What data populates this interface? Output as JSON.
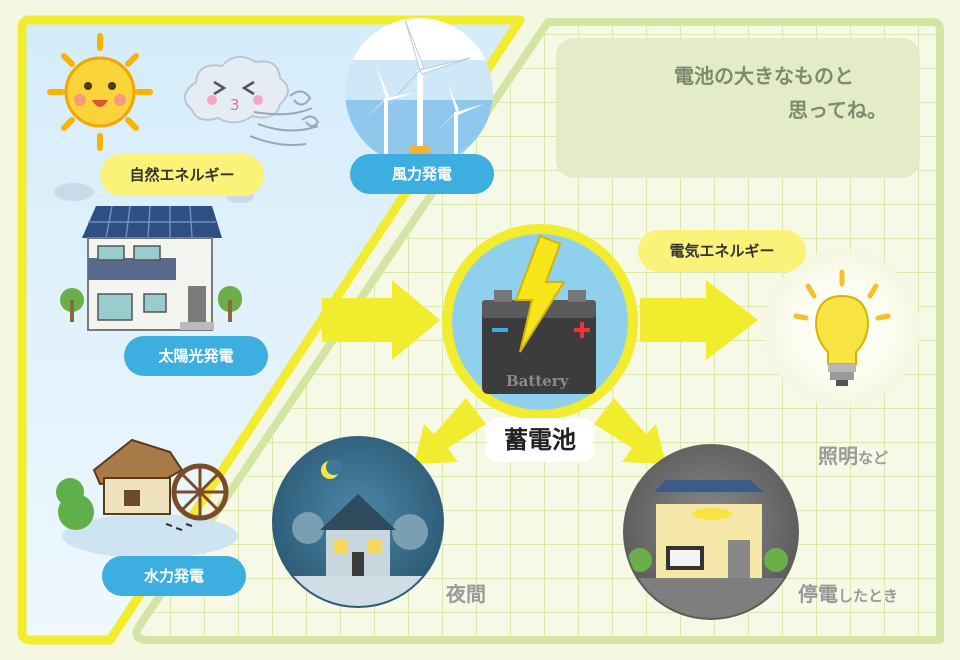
{
  "labels": {
    "natural_energy": "自然エネルギー",
    "wind_power": "風力発電",
    "solar_power": "太陽光発電",
    "hydro_power": "水力発電",
    "storage_battery": "蓄電池",
    "electric_energy": "電気エネルギー",
    "lighting_main": "照明",
    "lighting_suffix": "など",
    "night": "夜間",
    "outage_main": "停電",
    "outage_suffix": "したとき",
    "battery_word": "Battery"
  },
  "note": {
    "line1": "電池の大きなものと",
    "line2": "思ってね。"
  },
  "colors": {
    "sky_panel": "#dff0fb",
    "yellow_line": "#f2ec2e",
    "green_grid": "#d5e6a6",
    "blue_pill": "#3daee0",
    "yellow_pill": "#fbf279",
    "night_bg": "#3b6f8c"
  }
}
